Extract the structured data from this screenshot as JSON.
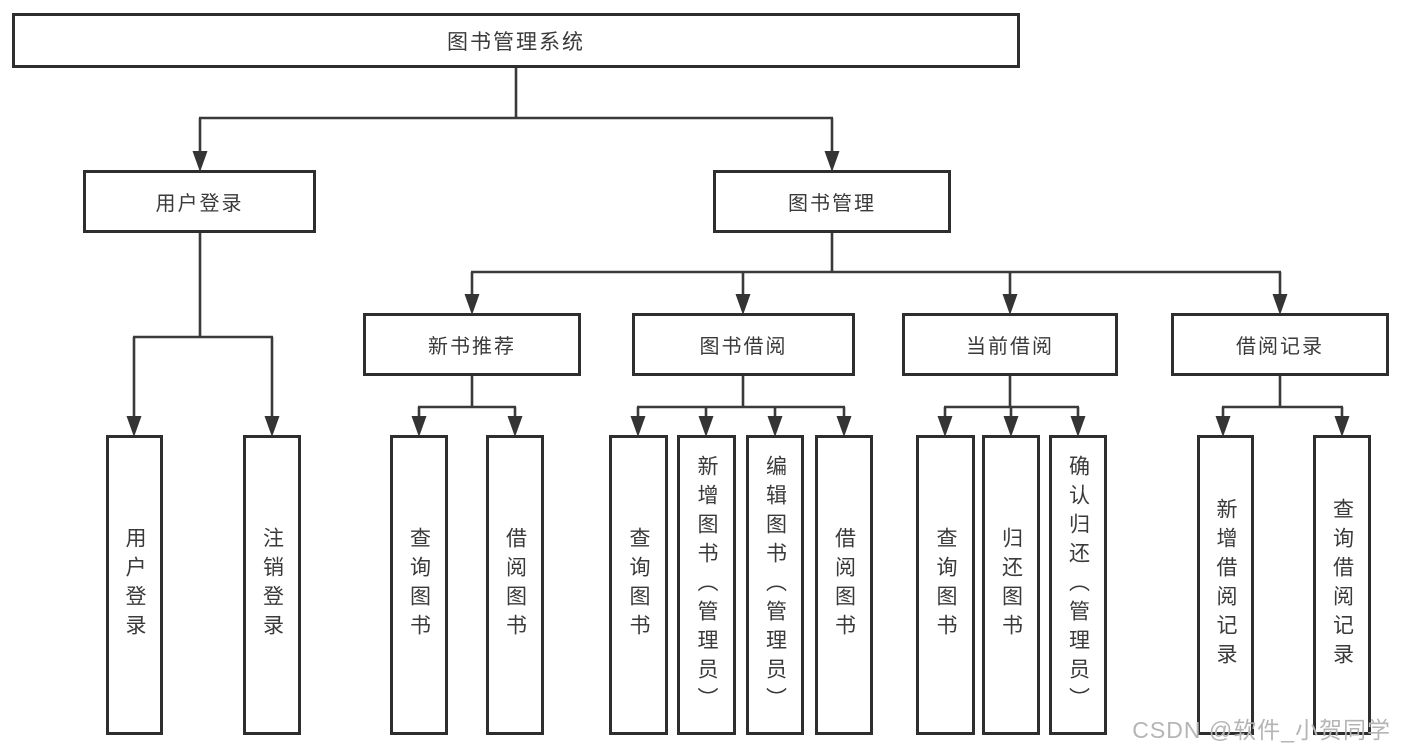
{
  "diagram": {
    "root": {
      "label": "图书管理系统"
    },
    "branches": [
      {
        "label": "用户登录",
        "children": [
          {
            "label": "用户登录"
          },
          {
            "label": "注销登录"
          }
        ]
      },
      {
        "label": "图书管理",
        "children": [
          {
            "label": "新书推荐",
            "children": [
              {
                "label": "查询图书"
              },
              {
                "label": "借阅图书"
              }
            ]
          },
          {
            "label": "图书借阅",
            "children": [
              {
                "label": "查询图书"
              },
              {
                "label": "新增图书（管理员）"
              },
              {
                "label": "编辑图书（管理员）"
              },
              {
                "label": "借阅图书"
              }
            ]
          },
          {
            "label": "当前借阅",
            "children": [
              {
                "label": "查询图书"
              },
              {
                "label": "归还图书"
              },
              {
                "label": "确认归还（管理员）"
              }
            ]
          },
          {
            "label": "借阅记录",
            "children": [
              {
                "label": "新增借阅记录"
              },
              {
                "label": "查询借阅记录"
              }
            ]
          }
        ]
      }
    ]
  },
  "watermark": {
    "text": "CSDN @软件_小贺同学"
  },
  "colors": {
    "line": "#3a3a3a",
    "box_border": "#2e2e2e",
    "text": "#3a3a3a",
    "watermark": "#b5b5b5",
    "background": "#ffffff"
  }
}
